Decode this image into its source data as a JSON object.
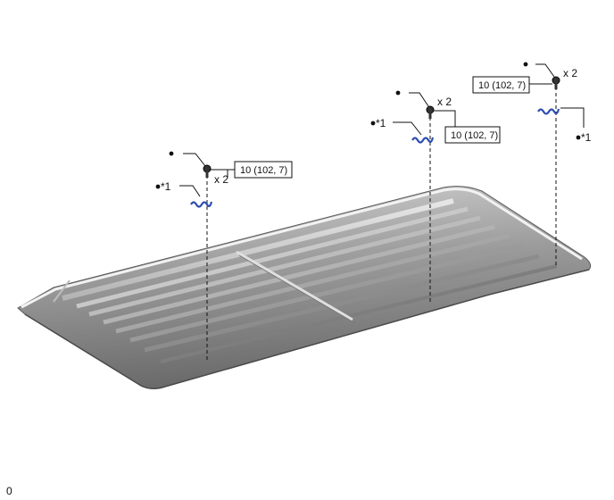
{
  "diagram": {
    "callouts": [
      {
        "id": "left",
        "torque": "10 (102, 7)",
        "quantity": "x 2",
        "ref": "*1"
      },
      {
        "id": "middle",
        "torque": "10 (102, 7)",
        "quantity": "x 2",
        "ref": "*1"
      },
      {
        "id": "right",
        "torque": "10 (102, 7)",
        "quantity": "x 2",
        "ref": "*1"
      }
    ],
    "colors": {
      "clip": "#2f4fb0",
      "roof": "#8a8a8a",
      "line": "#111111"
    },
    "footer_code": "0"
  }
}
